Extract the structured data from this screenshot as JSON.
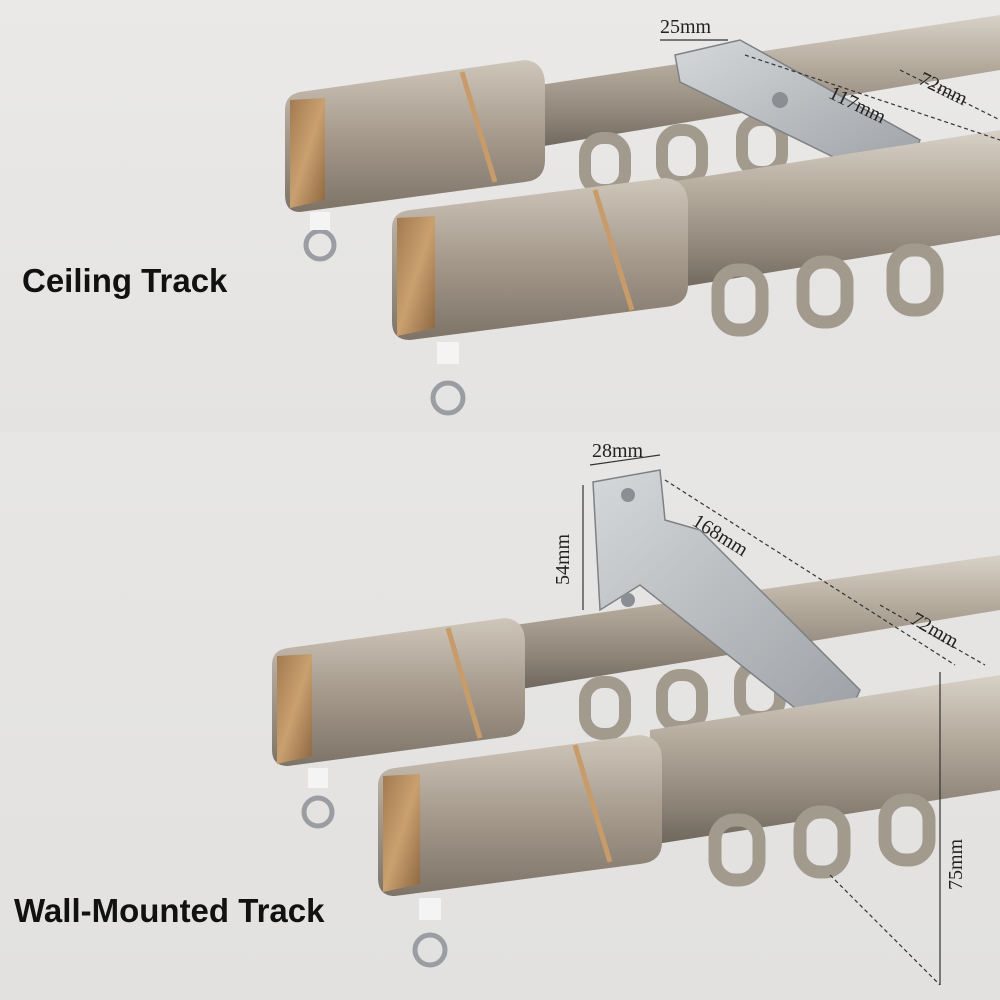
{
  "labels": {
    "ceiling": "Ceiling Track",
    "wall": "Wall-Mounted Track"
  },
  "dimensions": {
    "ceiling_bracket_width": "25mm",
    "ceiling_bracket_length": "117mm",
    "ceiling_rail_spacing": "72mm",
    "wall_bracket_width": "28mm",
    "wall_bracket_height": "54mm",
    "wall_bracket_length": "168mm",
    "wall_rail_spacing": "72mm",
    "wall_rail_height": "75mm"
  },
  "colors": {
    "background": "#e6e5e3",
    "rail": "#a79e92",
    "end_cap_accent": "#c49a6a",
    "bracket": "#b9bcbf"
  }
}
